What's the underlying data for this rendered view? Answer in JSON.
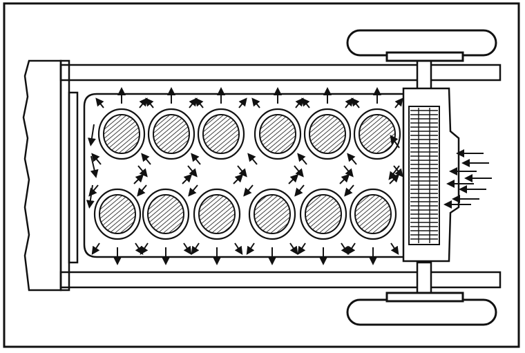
{
  "figure": {
    "ink_color": "#111111",
    "paper_color": "#ffffff",
    "cylinder_rows": 2,
    "cylinders_per_row": 6,
    "components": [
      {
        "name": "chassis-frame",
        "icon": "frame-outline"
      },
      {
        "name": "engine-block",
        "icon": "engine-casing"
      },
      {
        "name": "cylinders",
        "icon": "hatched-circle"
      },
      {
        "name": "radiator",
        "icon": "grille"
      },
      {
        "name": "front-axle",
        "icon": "axle"
      },
      {
        "name": "wheels",
        "icon": "tyre"
      },
      {
        "name": "airflow",
        "icon": "arrow"
      }
    ]
  }
}
